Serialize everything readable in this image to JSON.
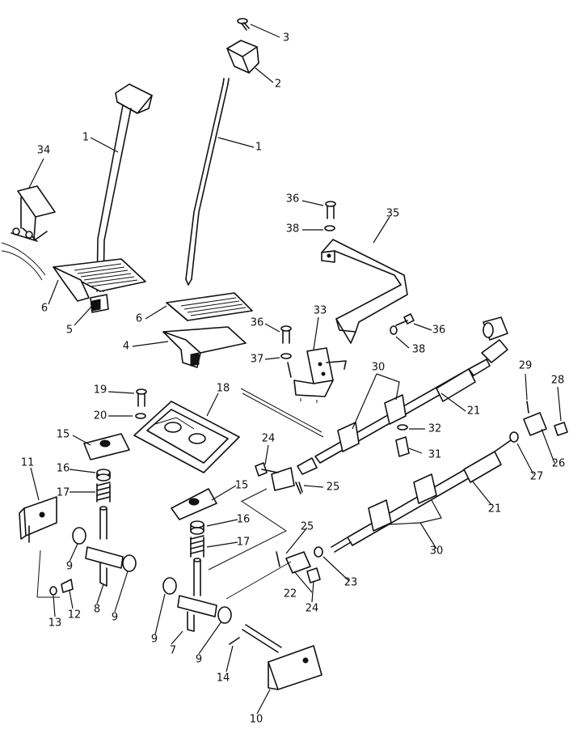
{
  "labels": [
    "1",
    "1",
    "2",
    "3",
    "4",
    "5",
    "6",
    "6",
    "7",
    "8",
    "9",
    "9",
    "9",
    "9",
    "10",
    "11",
    "12",
    "13",
    "14",
    "15",
    "15",
    "16",
    "16",
    "17",
    "17",
    "18",
    "19",
    "20",
    "21",
    "21",
    "22",
    "23",
    "24",
    "24",
    "25",
    "25",
    "26",
    "27",
    "28",
    "29",
    "30",
    "30",
    "31",
    "32",
    "33",
    "34",
    "35",
    "36",
    "36",
    "36",
    "37",
    "38",
    "38"
  ]
}
